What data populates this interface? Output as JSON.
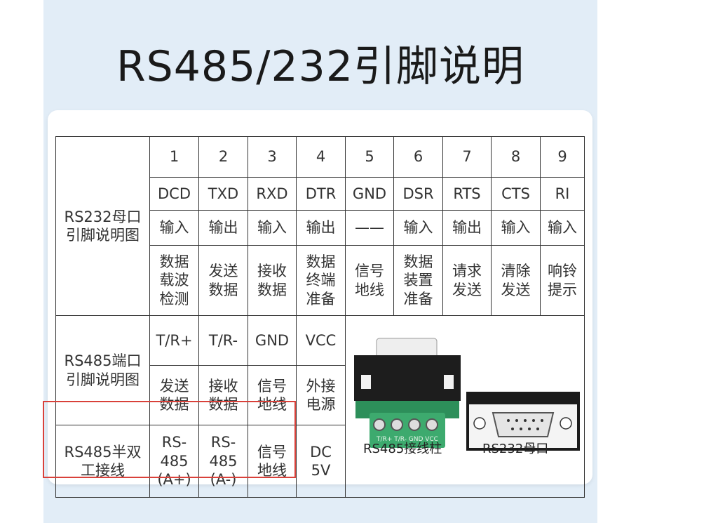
{
  "title": "RS485/232引脚说明",
  "rs232": {
    "header": "RS232母口\n引脚说明图",
    "numbers": [
      "1",
      "2",
      "3",
      "4",
      "5",
      "6",
      "7",
      "8",
      "9"
    ],
    "names": [
      "DCD",
      "TXD",
      "RXD",
      "DTR",
      "GND",
      "DSR",
      "RTS",
      "CTS",
      "RI"
    ],
    "directions": [
      "输入",
      "输出",
      "输入",
      "输出",
      "——",
      "输入",
      "输出",
      "输入",
      "输入"
    ],
    "descriptions": [
      "数据\n载波\n检测",
      "发送\n数据",
      "接收\n数据",
      "数据\n终端\n准备",
      "信号\n地线",
      "数据\n装置\n准备",
      "请求\n发送",
      "清除\n发送",
      "响铃\n提示"
    ]
  },
  "rs485": {
    "header": "RS485端口\n引脚说明图",
    "pins": [
      "T/R+",
      "T/R-",
      "GND",
      "VCC"
    ],
    "descriptions": [
      "发送\n数据",
      "接收\n数据",
      "信号\n地线",
      "外接\n电源"
    ]
  },
  "half_duplex": {
    "header": "RS485半双\n工接线",
    "values": [
      "RS-485\n(A+)",
      "RS-485\n(A-)",
      "信号\n地线",
      "DC\n5V"
    ]
  },
  "images": {
    "terminal_caption": "RS485接线柱",
    "terminal_labels": "T/R+ T/R- GND VCC",
    "db9_caption": "RS232母口"
  },
  "colors": {
    "highlight": "#d9413a",
    "terminal_green": "#3daa6e"
  }
}
